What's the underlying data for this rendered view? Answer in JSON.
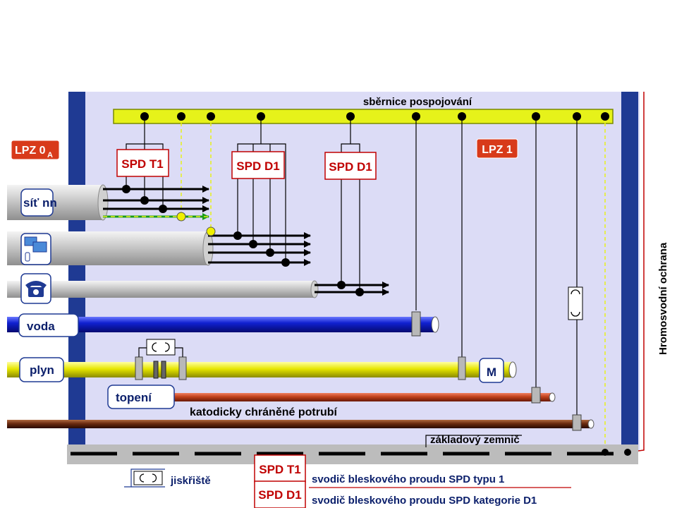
{
  "bus_title": "sběrnice pospojování",
  "zone_outer": {
    "main": "LPZ 0",
    "sub": "A"
  },
  "zone_inner": "LPZ 1",
  "spd_boxes": [
    "SPD T1",
    "SPD D1",
    "SPD D1"
  ],
  "pipes": {
    "power": "síť nn",
    "water": "voda",
    "gas": "plyn",
    "heating": "topení",
    "cathodic": "katodicky chráněné potrubí",
    "meter": "M"
  },
  "earth_label": "základový zemnič",
  "lightning_label": "Hromosvodní ochrana",
  "legend": {
    "spark_gap": "jiskřiště",
    "t1_symbol": "SPD T1",
    "t1_text": "svodič bleskového proudu SPD  typu 1",
    "d1_symbol": "SPD D1",
    "d1_text": "svodič bleskového proudu SPD kategorie D1"
  },
  "colors": {
    "room_fill": "#dcdcf6",
    "wall": "#1f3a93",
    "bus_bar": "#e6f21a",
    "water_pipe": "#1020d0",
    "gas_pipe": "#e6e600",
    "heating_pipe": "#c0401a",
    "cathodic_pipe": "#6a2a10",
    "spd_red": "#c00000",
    "zone_badge": "#d83a1a",
    "lightning_line": "#c00000",
    "green_pe": "#1a9a1a"
  }
}
